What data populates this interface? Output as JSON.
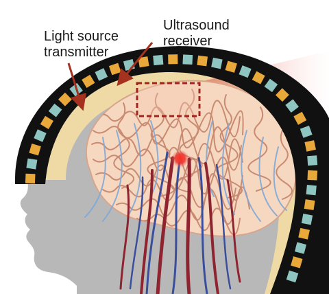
{
  "labels": {
    "light_source_line1": "Light source",
    "light_source_line2": "transmitter",
    "ultrasound_line1": "Ultrasound",
    "ultrasound_line2": "receiver"
  },
  "colors": {
    "background": "#ffffff",
    "head_silhouette": "#b8b8b8",
    "helmet_shell": "#111111",
    "transmitter_tile": "#e8a93a",
    "receiver_tile": "#8fc5c0",
    "scalp_layer": "#f1dba4",
    "brain_tissue": "#f6d7c0",
    "brain_folds": "#c98a72",
    "light_beam": "#e57f72",
    "roi_outline": "#a3241f",
    "arrow": "#a5321f",
    "target_spot": "#e31e1e",
    "artery": "#8e2430",
    "vein": "#3a4f9c",
    "white_matter_tracts": "#7fa9d8"
  }
}
